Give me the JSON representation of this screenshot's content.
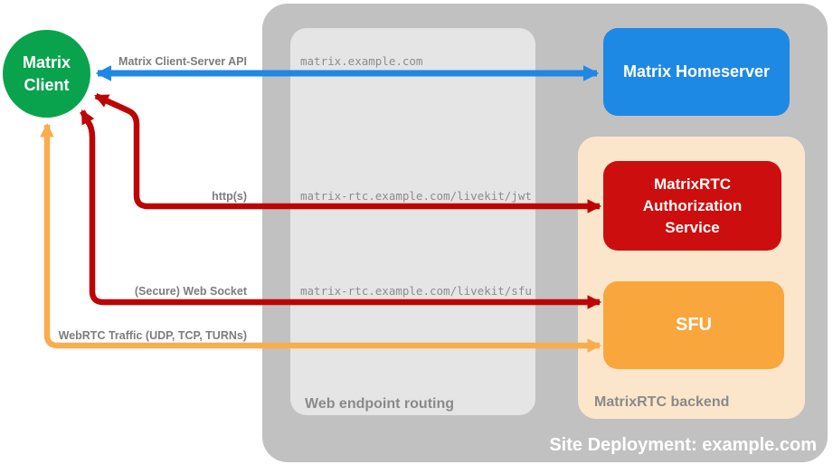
{
  "nodes": {
    "client": {
      "label": "Matrix\nClient",
      "color": "#09a34e",
      "text_color": "#ffffff"
    },
    "homeserver": {
      "label": "Matrix Homeserver",
      "color": "#1e88e5",
      "text_color": "#ffffff"
    },
    "auth": {
      "label": "MatrixRTC Authorization Service",
      "color": "#cd0e0e",
      "text_color": "#ffffff"
    },
    "sfu": {
      "label": "SFU",
      "color": "#f9a63d",
      "text_color": "#ffffff"
    }
  },
  "containers": {
    "site_deployment": {
      "label": "Site Deployment: example.com",
      "color": "#c1c1c1",
      "label_color": "#ffffff"
    },
    "web_endpoint_routing": {
      "label": "Web endpoint routing",
      "color": "#e5e5e5",
      "label_color": "#8a8a8a"
    },
    "matrixrtc_backend": {
      "label": "MatrixRTC backend",
      "color": "#fce6cb",
      "label_color": "#8a8a8a"
    }
  },
  "connections": [
    {
      "label": "Matrix Client-Server API",
      "route": "matrix.example.com",
      "color": "#1e88e5",
      "bidirectional": true,
      "from": "Matrix Client",
      "to": "Matrix Homeserver"
    },
    {
      "label": "http(s)",
      "route": "matrix-rtc.example.com/livekit/jwt",
      "color": "#bd0404",
      "bidirectional": true,
      "from": "Matrix Client",
      "to": "MatrixRTC Authorization Service"
    },
    {
      "label": "(Secure) Web Socket",
      "route": "matrix-rtc.example.com/livekit/sfu",
      "color": "#bd0404",
      "bidirectional": true,
      "from": "Matrix Client",
      "to": "SFU"
    },
    {
      "label": "WebRTC Traffic (UDP, TCP, TURNs)",
      "route": "",
      "color": "#f9ad4e",
      "bidirectional": true,
      "from": "Matrix Client",
      "to": "SFU"
    }
  ]
}
